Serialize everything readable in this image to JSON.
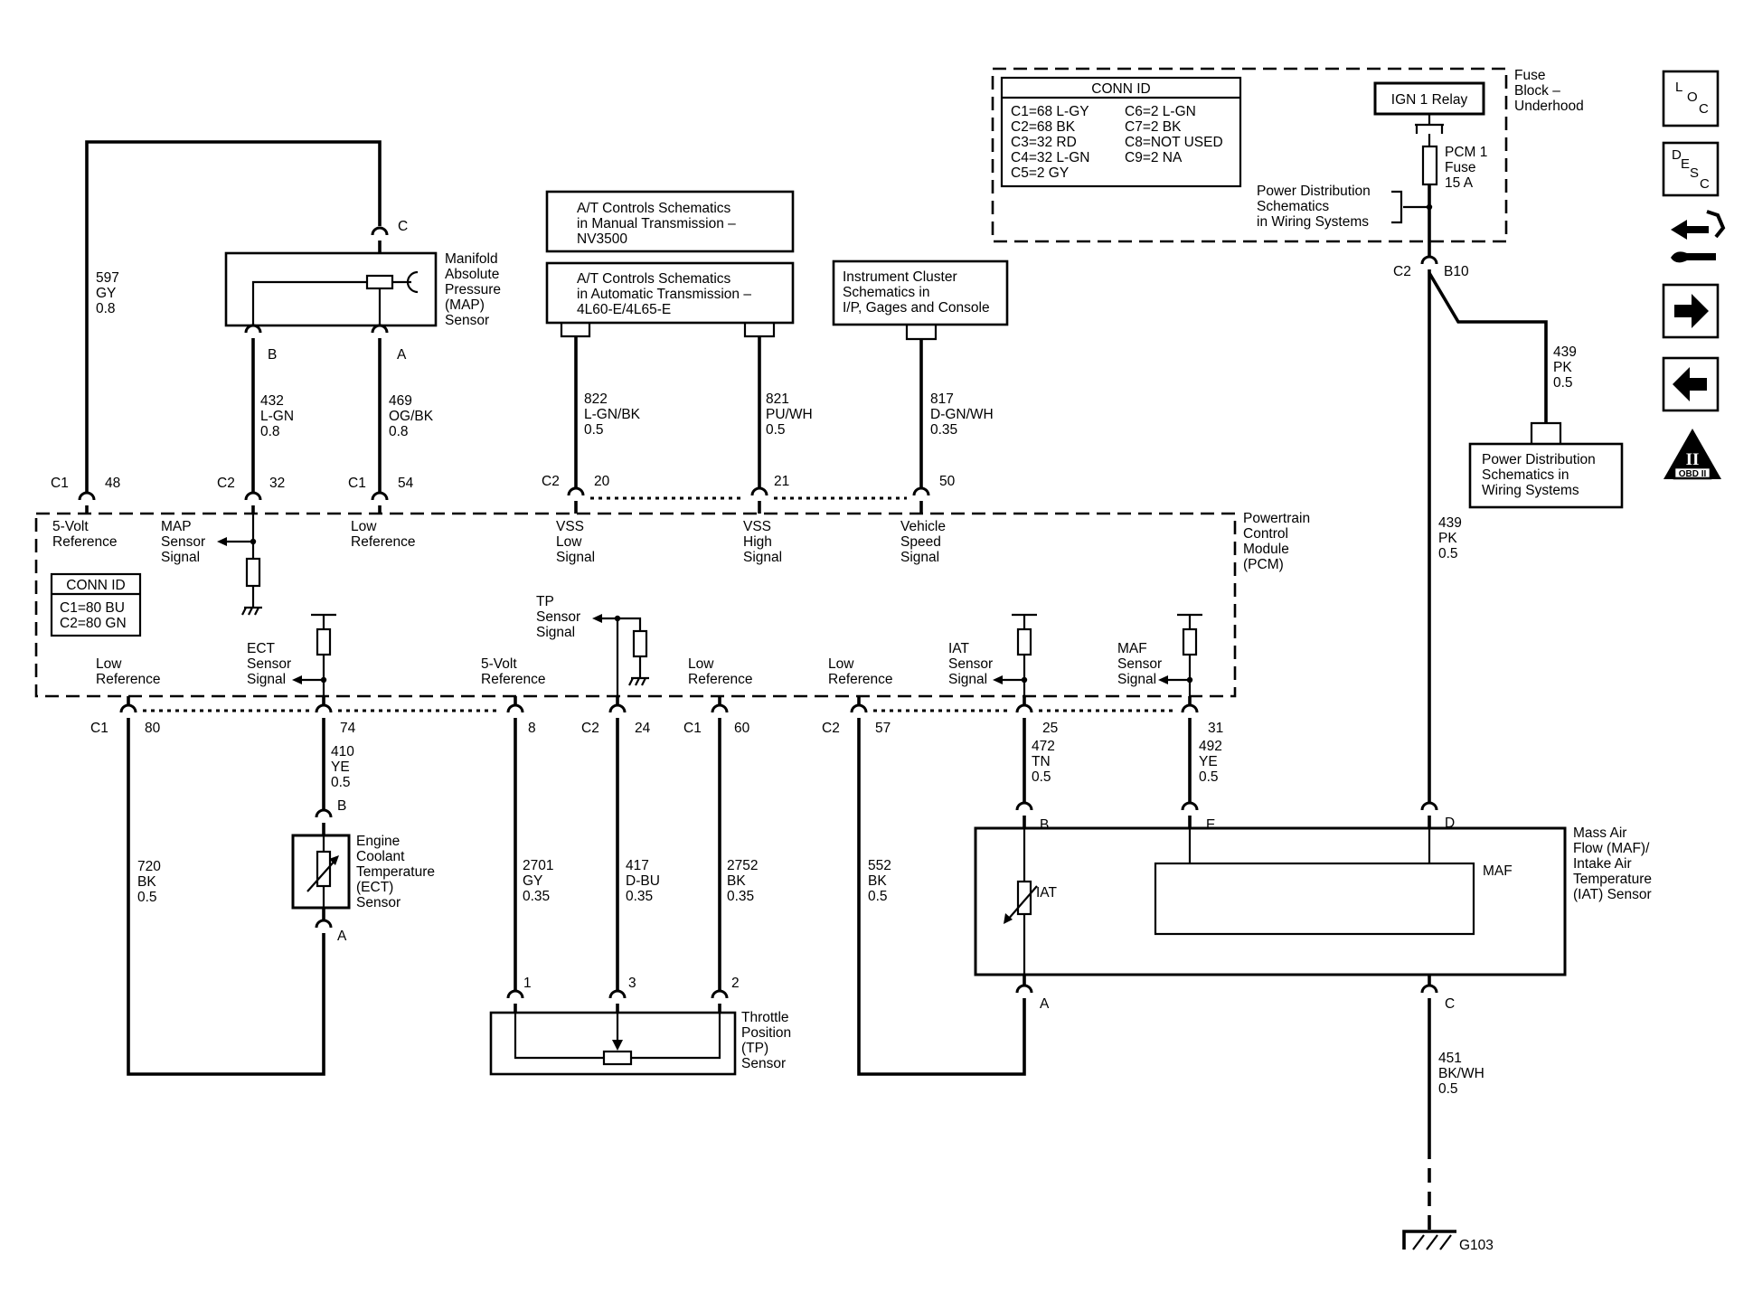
{
  "fuse_block": {
    "label": [
      "Fuse",
      "Block –",
      "Underhood"
    ],
    "relay": "IGN 1 Relay",
    "fuse": [
      "PCM 1",
      "Fuse",
      "15 A"
    ],
    "power_dist": [
      "Power Distribution",
      "Schematics",
      "in Wiring Systems"
    ]
  },
  "conn_id_top": {
    "title": "CONN ID",
    "left": [
      "C1=68 L-GY",
      "C2=68 BK",
      "C3=32 RD",
      "C4=32 L-GN",
      "C5=2 GY"
    ],
    "right": [
      "C6=2 L-GN",
      "C7=2 BK",
      "C8=NOT USED",
      "C9=2 NA"
    ]
  },
  "conn_id_pcm": {
    "title": "CONN ID",
    "lines": [
      "C1=80 BU",
      "C2=80 GN"
    ]
  },
  "refs": {
    "at_manual": [
      "A/T Controls Schematics",
      "in Manual Transmission –",
      "NV3500"
    ],
    "at_auto": [
      "A/T Controls Schematics",
      "in Automatic Transmission –",
      "4L60-E/4L65-E"
    ],
    "cluster": [
      "Instrument Cluster",
      "Schematics in",
      "I/P, Gages and Console"
    ],
    "power_dist": [
      "Power Distribution",
      "Schematics in",
      "Wiring Systems"
    ]
  },
  "components": {
    "map": [
      "Manifold",
      "Absolute",
      "Pressure",
      "(MAP)",
      "Sensor"
    ],
    "pcm": [
      "Powertrain",
      "Control",
      "Module",
      "(PCM)"
    ],
    "ect": [
      "Engine",
      "Coolant",
      "Temperature",
      "(ECT)",
      "Sensor"
    ],
    "tp": [
      "Throttle",
      "Position",
      "(TP)",
      "Sensor"
    ],
    "maf": [
      "Mass Air",
      "Flow (MAF)/",
      "Intake Air",
      "Temperature",
      "(IAT) Sensor"
    ],
    "maf_inner": "MAF",
    "iat_inner": "IAT",
    "ground": "G103"
  },
  "pcm_signals": {
    "five_volt_top": [
      "5-Volt",
      "Reference"
    ],
    "map_signal": [
      "MAP",
      "Sensor",
      "Signal"
    ],
    "low_ref_top": [
      "Low",
      "Reference"
    ],
    "vss_low": [
      "VSS",
      "Low",
      "Signal"
    ],
    "vss_high": [
      "VSS",
      "High",
      "Signal"
    ],
    "vehicle_speed": [
      "Vehicle",
      "Speed",
      "Signal"
    ],
    "low_ref_1": [
      "Low",
      "Reference"
    ],
    "ect_signal": [
      "ECT",
      "Sensor",
      "Signal"
    ],
    "tp_signal": [
      "TP",
      "Sensor",
      "Signal"
    ],
    "five_volt_bottom": [
      "5-Volt",
      "Reference"
    ],
    "low_ref_2": [
      "Low",
      "Reference"
    ],
    "low_ref_3": [
      "Low",
      "Reference"
    ],
    "iat_signal": [
      "IAT",
      "Sensor",
      "Signal"
    ],
    "maf_signal": [
      "MAF",
      "Sensor",
      "Signal"
    ]
  },
  "wires": {
    "w597": [
      "597",
      "GY",
      "0.8"
    ],
    "w432": [
      "432",
      "L-GN",
      "0.8"
    ],
    "w469": [
      "469",
      "OG/BK",
      "0.8"
    ],
    "w822": [
      "822",
      "L-GN/BK",
      "0.5"
    ],
    "w821": [
      "821",
      "PU/WH",
      "0.5"
    ],
    "w817": [
      "817",
      "D-GN/WH",
      "0.35"
    ],
    "w439a": [
      "439",
      "PK",
      "0.5"
    ],
    "w439b": [
      "439",
      "PK",
      "0.5"
    ],
    "w410": [
      "410",
      "YE",
      "0.5"
    ],
    "w720": [
      "720",
      "BK",
      "0.5"
    ],
    "w2701": [
      "2701",
      "GY",
      "0.35"
    ],
    "w417": [
      "417",
      "D-BU",
      "0.35"
    ],
    "w2752": [
      "2752",
      "BK",
      "0.35"
    ],
    "w552": [
      "552",
      "BK",
      "0.5"
    ],
    "w472": [
      "472",
      "TN",
      "0.5"
    ],
    "w492": [
      "492",
      "YE",
      "0.5"
    ],
    "w451": [
      "451",
      "BK/WH",
      "0.5"
    ]
  },
  "pins": {
    "c1_48": [
      "C1",
      "48"
    ],
    "c2_32": [
      "C2",
      "32"
    ],
    "c1_54": [
      "C1",
      "54"
    ],
    "c2_20": [
      "C2",
      "20"
    ],
    "p21": "21",
    "p50": "50",
    "c1_80": [
      "C1",
      "80"
    ],
    "p74": "74",
    "p8": "8",
    "c2_24": [
      "C2",
      "24"
    ],
    "c1_60": [
      "C1",
      "60"
    ],
    "c2_57": [
      "C2",
      "57"
    ],
    "p25": "25",
    "p31": "31",
    "map_c": "C",
    "map_b": "B",
    "map_a": "A",
    "ect_b": "B",
    "ect_a": "A",
    "tp_1": "1",
    "tp_3": "3",
    "tp_2": "2",
    "maf_b": "B",
    "maf_e": "E",
    "maf_d": "D",
    "maf_a": "A",
    "maf_c": "C",
    "fuse_c2": "C2",
    "fuse_b10": "B10"
  },
  "nav": {
    "loc": [
      "L",
      "O",
      "C"
    ],
    "desc": [
      "D",
      "E",
      "S",
      "C"
    ],
    "obd": [
      "II",
      "OBD II"
    ]
  }
}
